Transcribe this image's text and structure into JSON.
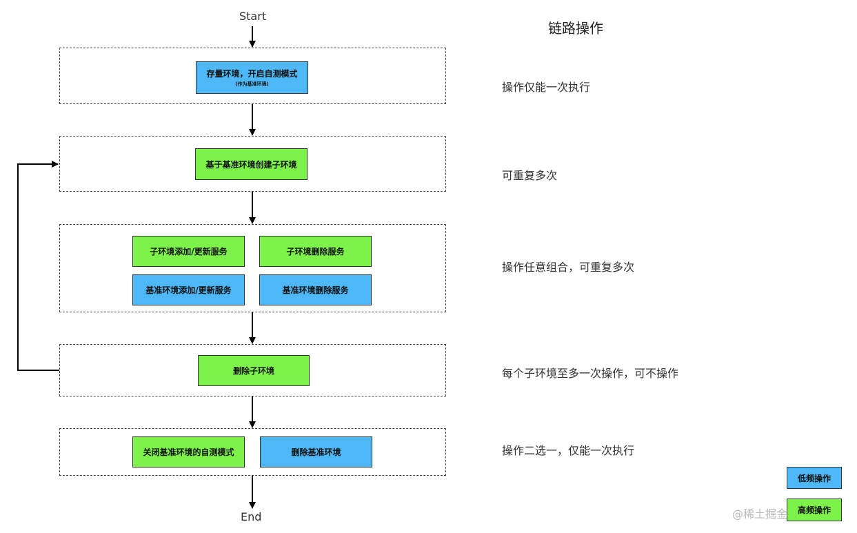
{
  "start_label": "Start",
  "end_label": "End",
  "title": "链路操作",
  "steps": [
    {
      "boxes": [
        {
          "label": "存量环境，开启自测模式",
          "sub": "(作为基准环境)"
        }
      ],
      "note": "操作仅能一次执行"
    },
    {
      "boxes": [
        {
          "label": "基于基准环境创建子环境"
        }
      ],
      "note": "可重复多次"
    },
    {
      "boxes": [
        {
          "label": "子环境添加/更新服务"
        },
        {
          "label": "子环境删除服务"
        },
        {
          "label": "基准环境添加/更新服务"
        },
        {
          "label": "基准环境删除服务"
        }
      ],
      "note": "操作任意组合，可重复多次"
    },
    {
      "boxes": [
        {
          "label": "删除子环境"
        }
      ],
      "note": "每个子环境至多一次操作，可不操作"
    },
    {
      "boxes": [
        {
          "label": "关闭基准环境的自测模式"
        },
        {
          "label": "删除基准环境"
        }
      ],
      "note": "操作二选一，仅能一次执行"
    }
  ],
  "legend": {
    "low": "低频操作",
    "high": "高频操作"
  },
  "watermark": "@稀土掘金技术社区",
  "colors": {
    "low_frequency": "#4db8f5",
    "high_frequency": "#7cf24a"
  }
}
